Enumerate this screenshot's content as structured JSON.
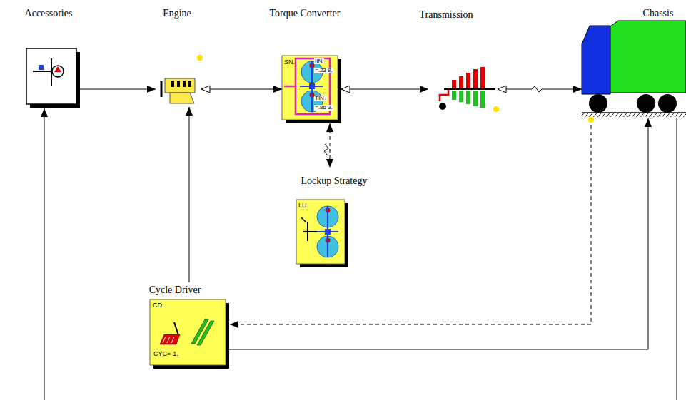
{
  "diagram": {
    "nodes": [
      {
        "text": [
          "Accessories"
        ]
      },
      {
        "text": [
          "Engine"
        ]
      },
      {
        "text": [
          "Torque Converter",
          "SN.",
          "IIN.",
          "=.23 8.",
          "TIN.",
          "=.86 3."
        ]
      },
      {
        "text": [
          "Transmission"
        ]
      },
      {
        "text": [
          "Chassis"
        ]
      },
      {
        "text": [
          "Lockup Strategy",
          "LU."
        ]
      },
      {
        "text": [
          "Cycle Driver",
          "CD.",
          "CYC=-1."
        ]
      }
    ],
    "edges": [
      {
        "from": 0,
        "to": 1,
        "arrow": "to"
      },
      {
        "from": 1,
        "to": 2,
        "arrow": "both"
      },
      {
        "from": 2,
        "to": 3,
        "arrow": "both"
      },
      {
        "from": 3,
        "to": 4,
        "arrow": "both"
      },
      {
        "from": 2,
        "to": 5,
        "arrow": "both"
      },
      {
        "from": 4,
        "to": 6,
        "arrow": "to"
      },
      {
        "from": 6,
        "to": 4,
        "arrow": "to"
      },
      {
        "from": 6,
        "to": 1,
        "arrow": "to"
      },
      {
        "from": 4,
        "to": 0,
        "arrow": "to"
      }
    ]
  }
}
